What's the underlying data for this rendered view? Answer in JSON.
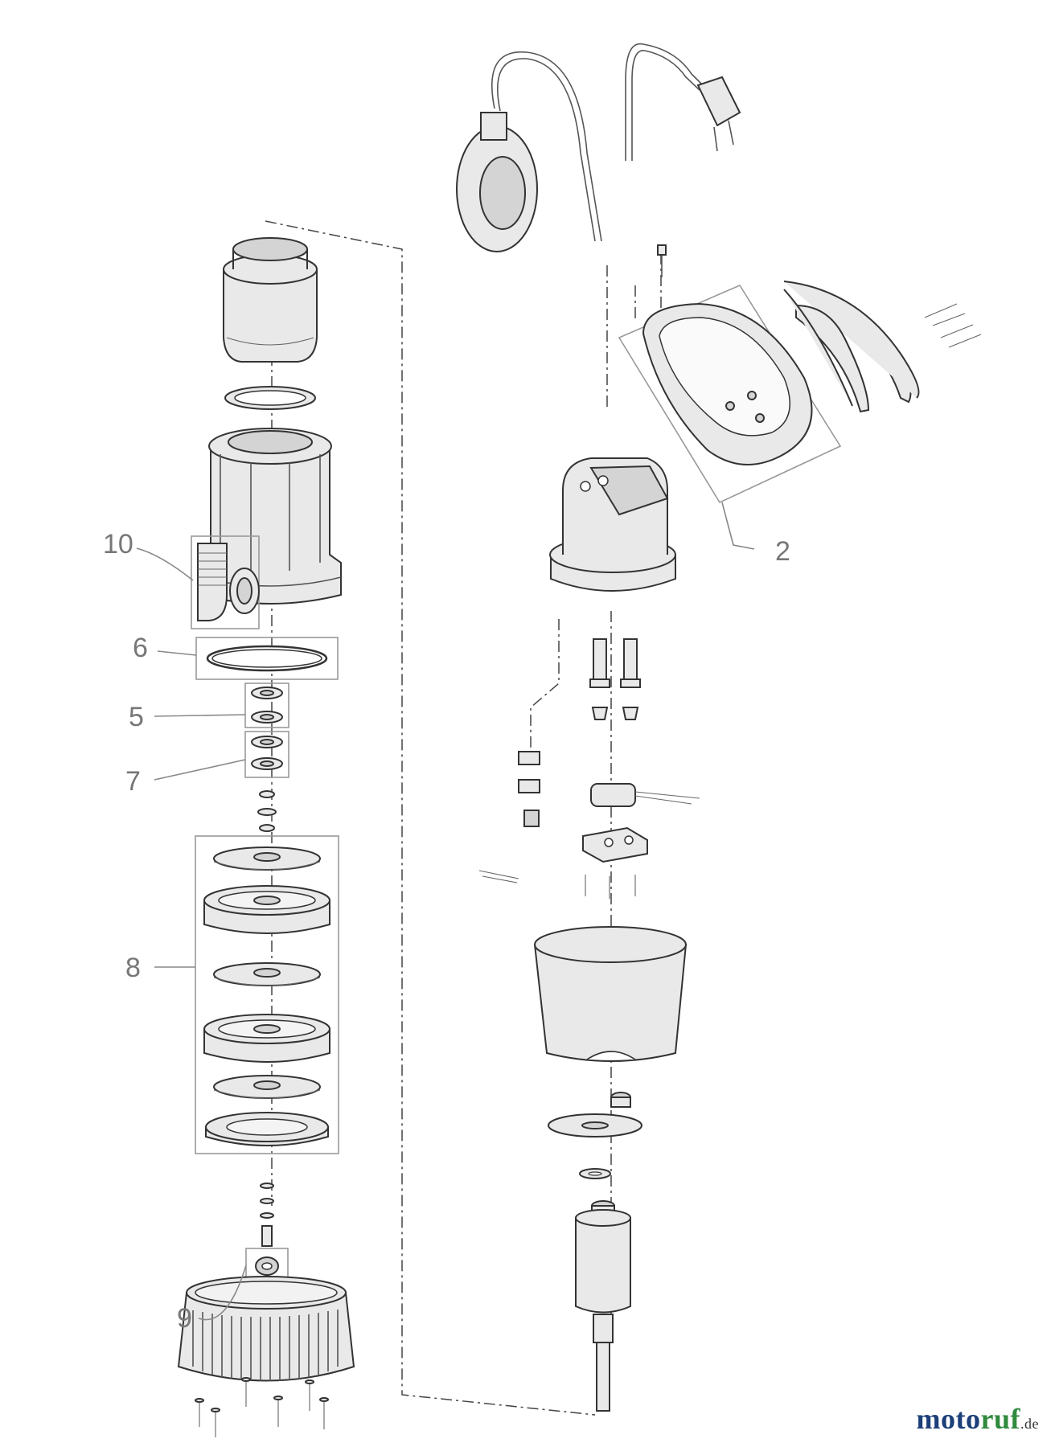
{
  "diagram": {
    "callouts": [
      "10",
      "6",
      "5",
      "7",
      "8",
      "9",
      "2"
    ]
  },
  "watermark": {
    "part1": "moto",
    "part2": "ruf",
    "part3": ".de"
  }
}
